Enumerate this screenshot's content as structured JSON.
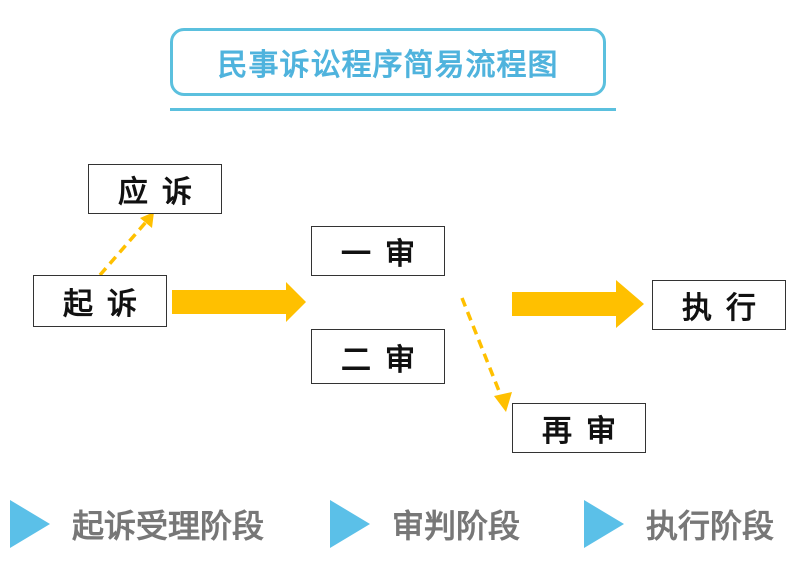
{
  "title": "民事诉讼程序简易流程图",
  "nodes": {
    "respond": "应诉",
    "sue": "起诉",
    "first_trial": "一审",
    "second_trial": "二审",
    "retrial": "再审",
    "execution": "执行"
  },
  "stages": [
    {
      "label": "起诉受理阶段"
    },
    {
      "label": "审判阶段"
    },
    {
      "label": "执行阶段"
    }
  ],
  "colors": {
    "accent_blue": "#5bc0de",
    "arrow_yellow": "#ffc000",
    "stage_text": "#777777"
  }
}
